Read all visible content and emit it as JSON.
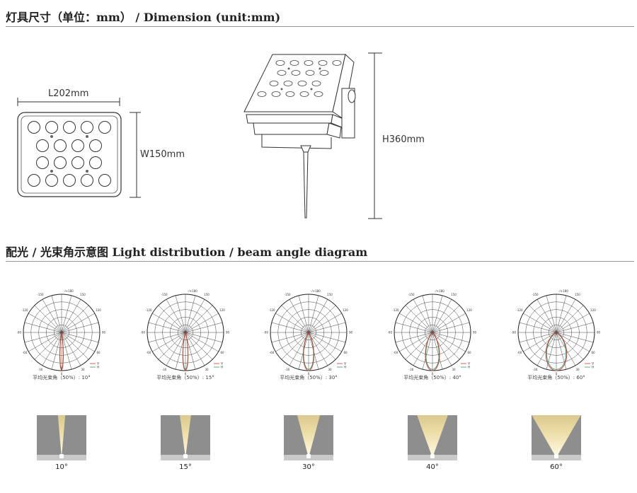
{
  "dimension_section": {
    "title": "灯具尺寸（单位：mm） / Dimension (unit:mm)",
    "length_label": "L202mm",
    "width_label": "W150mm",
    "height_label": "H360mm"
  },
  "distribution_section": {
    "title": "配光 / 光束角示意图   Light distribution / beam angle diagram",
    "polar_ticks": {
      "top": "-/+180",
      "upper_left": "-150",
      "upper_right": "150",
      "left_upper": "-120",
      "right_upper": "120",
      "left": "-90",
      "right": "90",
      "left_lower": "-60",
      "right_lower": "60",
      "bottom_left": "-30",
      "bottom_right": "30",
      "bottom": "0"
    },
    "legend": {
      "v": "V",
      "h": "H"
    },
    "colors": {
      "v_curve": "#d0382a",
      "h_curve": "#2c9a7a"
    },
    "diagrams": [
      {
        "angle": 10,
        "caption": "平均光束角（50%）: 10°",
        "label": "10°"
      },
      {
        "angle": 15,
        "caption": "平均光束角（50%）: 15°",
        "label": "15°"
      },
      {
        "angle": 30,
        "caption": "平均光束角（50%）: 30°",
        "label": "30°"
      },
      {
        "angle": 40,
        "caption": "平均光束角（50%）: 40°",
        "label": "40°"
      },
      {
        "angle": 60,
        "caption": "平均光束角（50%）: 60°",
        "label": "60°"
      }
    ]
  }
}
